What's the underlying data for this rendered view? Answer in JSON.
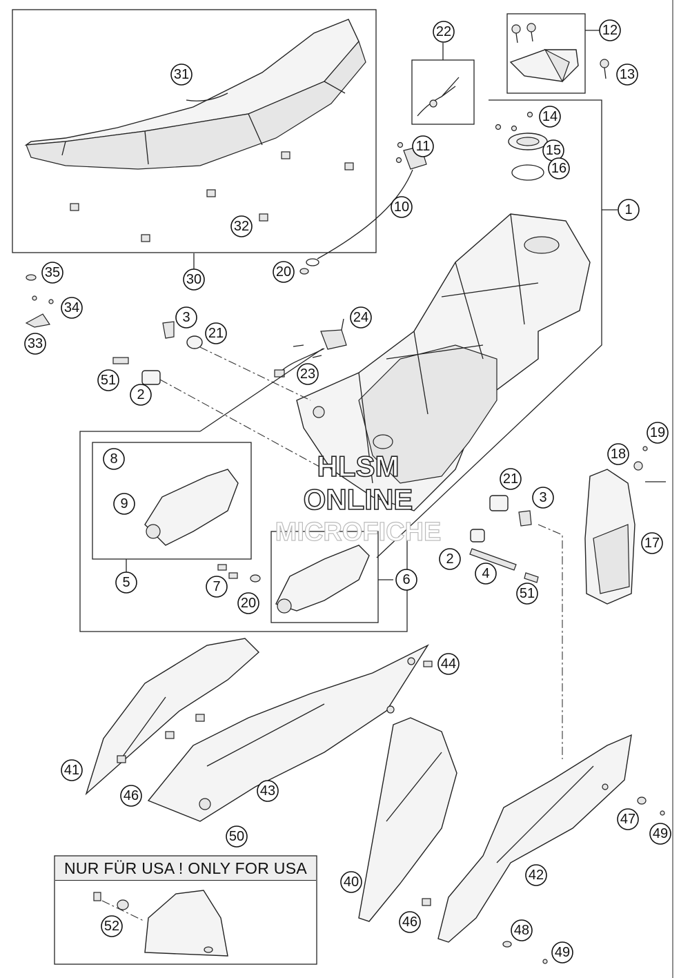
{
  "watermark": {
    "line1": "HLSM",
    "line2": "ONLINE",
    "line3": "MICROFICHE"
  },
  "usa_note": "NUR FÜR USA ! ONLY FOR USA",
  "callouts": {
    "c1": "1",
    "c2a": "2",
    "c2b": "2",
    "c3a": "3",
    "c3b": "3",
    "c4": "4",
    "c5": "5",
    "c6": "6",
    "c7": "7",
    "c8": "8",
    "c9": "9",
    "c10": "10",
    "c11": "11",
    "c12": "12",
    "c13": "13",
    "c14": "14",
    "c15": "15",
    "c16": "16",
    "c17": "17",
    "c18": "18",
    "c19": "19",
    "c20a": "20",
    "c20b": "20",
    "c21a": "21",
    "c21b": "21",
    "c22": "22",
    "c23": "23",
    "c24": "24",
    "c30": "30",
    "c31": "31",
    "c32": "32",
    "c33": "33",
    "c34": "34",
    "c35": "35",
    "c40": "40",
    "c41": "41",
    "c42": "42",
    "c43": "43",
    "c44": "44",
    "c46a": "46",
    "c46b": "46",
    "c47": "47",
    "c48": "48",
    "c49a": "49",
    "c49b": "49",
    "c50": "50",
    "c51a": "51",
    "c51b": "51",
    "c52": "52"
  }
}
